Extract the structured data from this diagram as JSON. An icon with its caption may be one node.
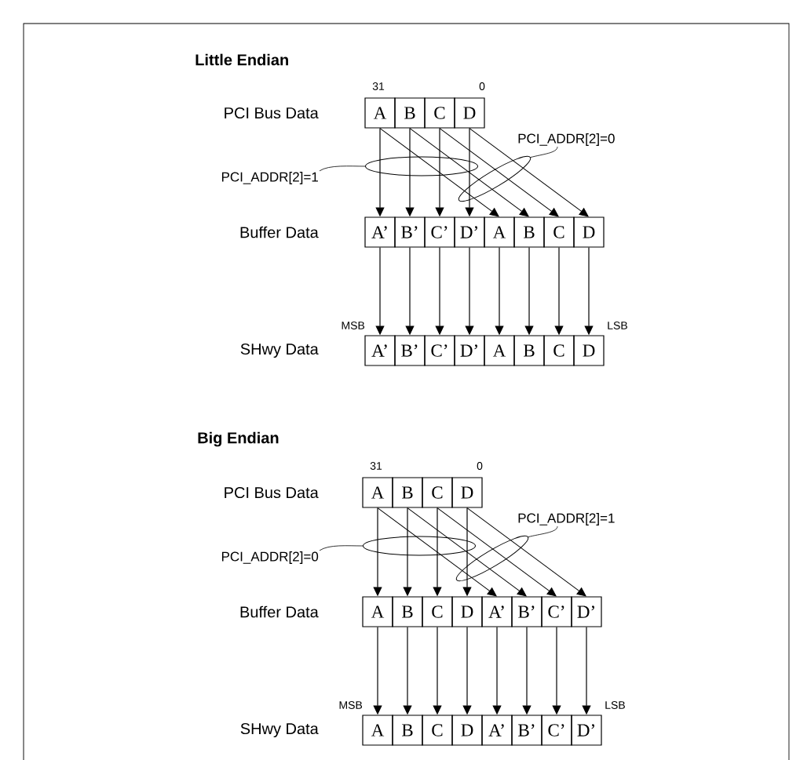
{
  "diagram": {
    "nodes": [
      {
        "text": [
          "A"
        ]
      },
      {
        "text": [
          "B"
        ]
      },
      {
        "text": [
          "C"
        ]
      },
      {
        "text": [
          "D"
        ]
      },
      {
        "text": [
          "PCI_ADDR[2]=0"
        ]
      },
      {
        "text": [
          "PCI_ADDR[2]=1"
        ]
      },
      {
        "text": [
          "A’"
        ]
      },
      {
        "text": [
          "B’"
        ]
      },
      {
        "text": [
          "C’"
        ]
      },
      {
        "text": [
          "D’"
        ]
      },
      {
        "text": [
          "A"
        ]
      },
      {
        "text": [
          "B"
        ]
      },
      {
        "text": [
          "C"
        ]
      },
      {
        "text": [
          "D"
        ]
      },
      {
        "text": [
          "A’"
        ]
      },
      {
        "text": [
          "B’"
        ]
      },
      {
        "text": [
          "C’"
        ]
      },
      {
        "text": [
          "D’"
        ]
      },
      {
        "text": [
          "A"
        ]
      },
      {
        "text": [
          "B"
        ]
      },
      {
        "text": [
          "C"
        ]
      },
      {
        "text": [
          "D"
        ]
      },
      {
        "text": [
          "A"
        ]
      },
      {
        "text": [
          "B"
        ]
      },
      {
        "text": [
          "C"
        ]
      },
      {
        "text": [
          "D"
        ]
      },
      {
        "text": [
          "PCI_ADDR[2]=1"
        ]
      },
      {
        "text": [
          "PCI_ADDR[2]=0"
        ]
      },
      {
        "text": [
          "A"
        ]
      },
      {
        "text": [
          "B"
        ]
      },
      {
        "text": [
          "C"
        ]
      },
      {
        "text": [
          "D"
        ]
      },
      {
        "text": [
          "A’"
        ]
      },
      {
        "text": [
          "B’"
        ]
      },
      {
        "text": [
          "C’"
        ]
      },
      {
        "text": [
          "D’"
        ]
      },
      {
        "text": [
          "A"
        ]
      },
      {
        "text": [
          "B"
        ]
      },
      {
        "text": [
          "C"
        ]
      },
      {
        "text": [
          "D"
        ]
      },
      {
        "text": [
          "A’"
        ]
      },
      {
        "text": [
          "B’"
        ]
      },
      {
        "text": [
          "C’"
        ]
      },
      {
        "text": [
          "D’"
        ]
      }
    ],
    "edges": [
      {
        "from": 0,
        "to": 6,
        "arrow": "to"
      },
      {
        "from": 0,
        "to": 10,
        "arrow": "to"
      },
      {
        "from": 1,
        "to": 7,
        "arrow": "to"
      },
      {
        "from": 1,
        "to": 11,
        "arrow": "to"
      },
      {
        "from": 2,
        "to": 8,
        "arrow": "to"
      },
      {
        "from": 2,
        "to": 12,
        "arrow": "to"
      },
      {
        "from": 3,
        "to": 9,
        "arrow": "to"
      },
      {
        "from": 3,
        "to": 13,
        "arrow": "to"
      },
      {
        "from": 4,
        "to": null,
        "arrow": "none"
      },
      {
        "from": 5,
        "to": null,
        "arrow": "none"
      },
      {
        "from": 6,
        "to": 14,
        "arrow": "to"
      },
      {
        "from": 7,
        "to": 15,
        "arrow": "to"
      },
      {
        "from": 8,
        "to": 16,
        "arrow": "to"
      },
      {
        "from": 9,
        "to": 17,
        "arrow": "to"
      },
      {
        "from": 10,
        "to": 18,
        "arrow": "to"
      },
      {
        "from": 11,
        "to": 19,
        "arrow": "to"
      },
      {
        "from": 12,
        "to": 20,
        "arrow": "to"
      },
      {
        "from": 13,
        "to": 21,
        "arrow": "to"
      },
      {
        "from": 22,
        "to": 28,
        "arrow": "to"
      },
      {
        "from": 22,
        "to": 32,
        "arrow": "to"
      },
      {
        "from": 23,
        "to": 29,
        "arrow": "to"
      },
      {
        "from": 23,
        "to": 33,
        "arrow": "to"
      },
      {
        "from": 24,
        "to": 30,
        "arrow": "to"
      },
      {
        "from": 24,
        "to": 34,
        "arrow": "to"
      },
      {
        "from": 25,
        "to": 31,
        "arrow": "to"
      },
      {
        "from": 25,
        "to": 35,
        "arrow": "to"
      },
      {
        "from": 26,
        "to": null,
        "arrow": "none"
      },
      {
        "from": 27,
        "to": null,
        "arrow": "none"
      },
      {
        "from": 28,
        "to": 36,
        "arrow": "to"
      },
      {
        "from": 29,
        "to": 37,
        "arrow": "to"
      },
      {
        "from": 30,
        "to": 38,
        "arrow": "to"
      },
      {
        "from": 31,
        "to": 39,
        "arrow": "to"
      },
      {
        "from": 32,
        "to": 40,
        "arrow": "to"
      },
      {
        "from": 33,
        "to": 41,
        "arrow": "to"
      },
      {
        "from": 34,
        "to": 42,
        "arrow": "to"
      },
      {
        "from": 35,
        "to": 43,
        "arrow": "to"
      }
    ],
    "labels": [
      "Little Endian",
      "31",
      "0",
      "PCI Bus Data",
      "Buffer Data",
      "MSB",
      "LSB",
      "SHwy Data",
      "Big Endian",
      "31",
      "0",
      "PCI Bus Data",
      "Buffer Data",
      "MSB",
      "LSB",
      "SHwy Data"
    ]
  }
}
